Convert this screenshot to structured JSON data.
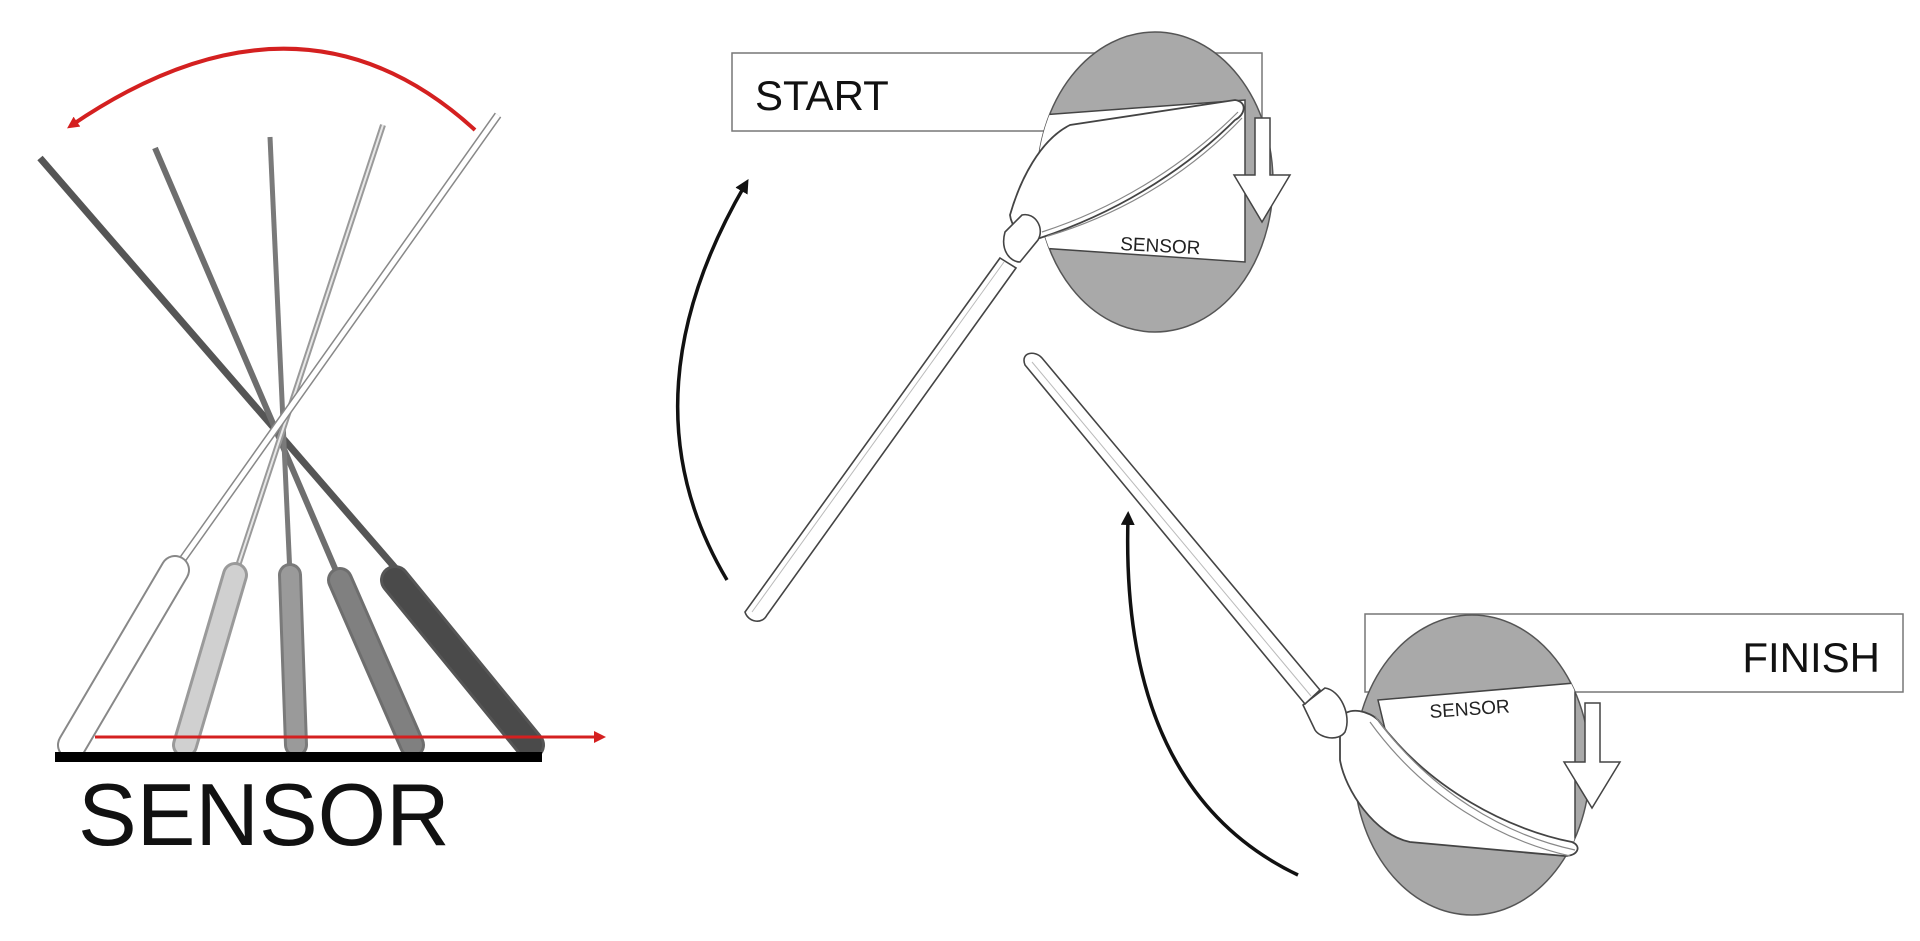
{
  "diagram": {
    "labels": {
      "sensor_main": "SENSOR",
      "start": "START",
      "finish": "FINISH",
      "sensor_start_detail": "SENSOR",
      "sensor_finish_detail": "SENSOR"
    },
    "colors": {
      "red_arrow": "#d42020",
      "black_arrow": "#111111",
      "detail_circle": "#a9a9a9",
      "detail_circle_dark": "#8f8f8f",
      "sensor_bar": "#000000",
      "stick_dark": "#555555",
      "stick_mid": "#6e6e6e",
      "stick_light": "#9a9a9a"
    }
  }
}
